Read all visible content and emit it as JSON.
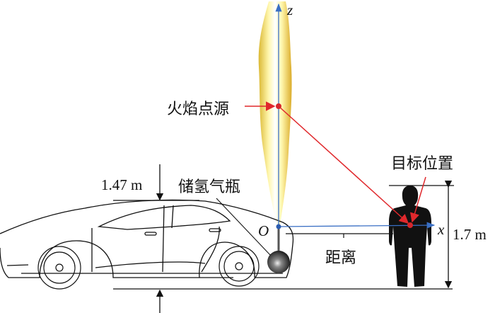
{
  "labels": {
    "flame_source": "火焰点源",
    "target_position": "目标位置",
    "hydrogen_tank": "储氢气瓶",
    "distance": "距离",
    "car_height": "1.47 m",
    "person_height": "1.7 m",
    "axis_z": "z",
    "axis_x": "x",
    "origin": "O"
  },
  "colors": {
    "axis": "#3a6fc4",
    "ray": "#e0282c",
    "flame_outer": "#f3e27a",
    "flame_inner": "#f7d22a"
  }
}
